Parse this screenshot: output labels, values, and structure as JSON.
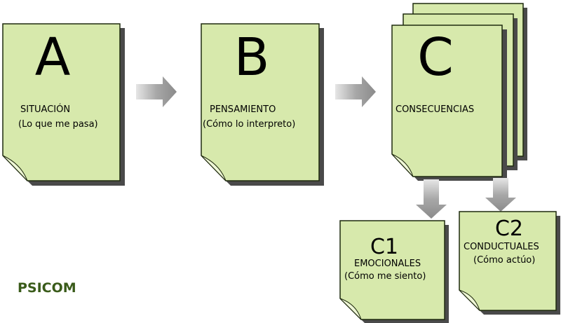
{
  "colors": {
    "card": "#d7e9ac",
    "card_stroke": "#1f2a0e",
    "shadow": "#4a4a4a",
    "arrow": "#8f8f8f",
    "brand": "#3a5b1a"
  },
  "cards": {
    "a": {
      "letter": "A",
      "line1": "SITUACIÓN",
      "line2": "(Lo que me pasa)"
    },
    "b": {
      "letter": "B",
      "line1": "PENSAMIENTO",
      "line2": "(Cómo lo interpreto)"
    },
    "c": {
      "letter": "C",
      "line1": "CONSECUENCIAS"
    },
    "c1": {
      "letter": "C1",
      "line1": "EMOCIONALES",
      "line2": "(Cómo me siento)"
    },
    "c2": {
      "letter": "C2",
      "line1": "CONDUCTUALES",
      "line2": "(Cómo actúo)"
    }
  },
  "brand": "PSICOM"
}
